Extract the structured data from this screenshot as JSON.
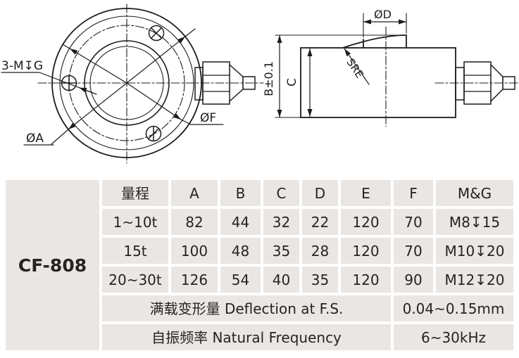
{
  "colors": {
    "page_bg": "#ffffff",
    "cell_bg": "#e9e6e3",
    "table_text": "#272320",
    "line": "#1c1c1c"
  },
  "drawing": {
    "front_view": {
      "thread_label": "3-M↧G",
      "dia_a_label": "ØA",
      "dia_f_label": "ØF"
    },
    "side_view": {
      "dia_d_label": "ØD",
      "height_b_label": "B±0.1",
      "height_c_label": "C",
      "sphere_radius_label": "SRE"
    }
  },
  "table": {
    "model": "CF-808",
    "capacity_header": "量程",
    "dim_headers": [
      "A",
      "B",
      "C",
      "D",
      "E",
      "F",
      "M&G"
    ],
    "rows": [
      {
        "capacity": "1~10t",
        "values": [
          "82",
          "44",
          "32",
          "22",
          "120",
          "70",
          "M8↧15"
        ]
      },
      {
        "capacity": "15t",
        "values": [
          "100",
          "48",
          "35",
          "28",
          "120",
          "70",
          "M10↧20"
        ]
      },
      {
        "capacity": "20~30t",
        "values": [
          "126",
          "54",
          "40",
          "35",
          "120",
          "90",
          "M12↧20"
        ]
      }
    ],
    "deflection_label": "满载变形量 Deflection at F.S.",
    "deflection_value": "0.04~0.15mm",
    "frequency_label": "自振频率 Natural Frequency",
    "frequency_value": "6~30kHz"
  }
}
